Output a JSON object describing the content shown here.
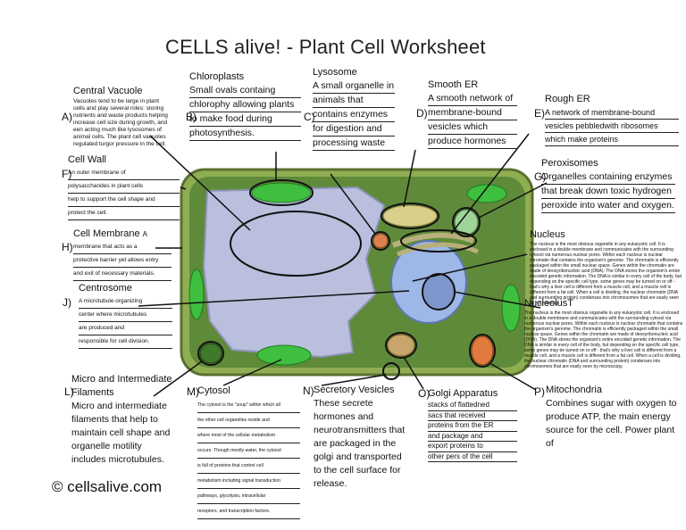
{
  "title": "CELLS alive! - Plant Cell Worksheet",
  "copyright": "© cellsalive.com",
  "labels": {
    "A": {
      "letter": "A)",
      "heading": "Central Vacuole",
      "text": "Vacuoles tend to be large in plant cells and play several roles: storing nutrients and waste products helping increase cell size during growth, and een acting much like lysosomes of animal cells. The plant cell vacuoles regulated turgor pressure in the cell."
    },
    "B": {
      "letter": "B)",
      "heading": "Chloroplasts",
      "line1": "Small ovals containg",
      "line2": "chlorophy allowing plants",
      "line3": "to make food during",
      "line4": "photosynthesis."
    },
    "C": {
      "letter": "C)",
      "heading": "Lysosome",
      "line1": "A small organelle in",
      "line2": "animals that",
      "line3": "contains enzymes",
      "line4": "for digestion and",
      "line5": "processing waste"
    },
    "D": {
      "letter": "D)",
      "heading": "Smooth ER",
      "line1": "A smooth network of",
      "line2": "membrane-bound",
      "line3": "vesicles which",
      "line4": "produce hormones"
    },
    "E": {
      "letter": "E)",
      "heading": "Rough ER",
      "line1": "A network of membrane-bound",
      "line2": "vesicles pebbledwith ribosomes",
      "line3": "which make proteins"
    },
    "F": {
      "letter": "F)",
      "heading": "Cell Wall",
      "line1": "An outer membrane of",
      "line2": "polysaccharides in plant cells",
      "line3": "help to support the cell shape and",
      "line4": "protect the cell."
    },
    "G": {
      "letter": "G)",
      "heading": "Peroxisomes",
      "line1": "Organelles containing enzymes",
      "line2": "that break down toxic hydrogen",
      "line3": "peroxide into water and oxygen."
    },
    "H": {
      "letter": "H)",
      "heading": "Cell Membrane",
      "heading_suffix": "A",
      "line1": "membrane that acts as a",
      "line2": "protective barrier yet allows entry",
      "line3": "and exit of necessary materials."
    },
    "I": {
      "heading": "Nucleus",
      "text": "The nucleus is the most obvious organelle in any eukaryotic cell. It is enclosed in a double membrane and communicates with the surrounding cytosol via numerous nuclear pores. Within each nucleus is nuclear chromatin that contains the organism's genome. The chromatin is efficiently packaged within the small nuclear space. Genes within the chromatin are made of deoxyribonucleic acid (DNA). The DNA stores the organism's entire encoded genetic information. The DNA is similar in every cell of the body, but depending on the specific cell type, some genes may be turned on or off - that's why a liver cell is different from a muscle cell, and a muscle cell is different from a fat cell. When a cell is dividing, the nuclear chromatin (DNA and surrounding protein) condenses into chromosomes that are easily seen by microscopy."
    },
    "J": {
      "letter": "J)",
      "heading": "Centrosome",
      "line1": "A microtubule organizing",
      "line2": "center where microtubules",
      "line3": "are produced and",
      "line4": "responsible for cell division."
    },
    "K": {
      "heading": "NucleolusT",
      "text": "The nucleus is the most obvious organelle in any eukaryotic cell. It is enclosed in a double membrane and communicates with the surrounding cytosol via numerous nuclear pores. Within each nucleus is nuclear chromatin that contains the organism's genome. The chromatin is efficiently packaged within the small nuclear space. Genes within the chromatin are made of deoxyribonucleic acid (DNA). The DNA stores the organism's entire encoded genetic information. The DNA is similar in every cell of the body, but depending on the specific cell type, some genes may be turned on or off - that's why a liver cell is different from a muscle cell, and a muscle cell is different from a fat cell. When a cell is dividing, the nuclear chromatin (DNA and surrounding protein) condenses into chromosomes that are easily seen by microscopy."
    },
    "L": {
      "letter": "L)",
      "heading": "Micro and Intermediate",
      "heading2": "Filaments",
      "line1": "Micro and intermediate",
      "line2": "filaments that help to",
      "line3": "maintain cell shape and",
      "line4": "organelle motility",
      "line5": "includes microtubules."
    },
    "M": {
      "letter": "M)",
      "heading": "Cytosol",
      "line1": "The cytosol is the \"soup\" within which all",
      "line2": "the other cell organelles reside and",
      "line3": "where most of the cellular metabolism",
      "line4": "occurs. Though mostly water, the cytosol",
      "line5": "is full of proteins that control cell",
      "line6": "metabolism including signal transduction",
      "line7": "pathways, glycolysis, intracellular",
      "line8": "receptors, and transcription factors."
    },
    "N": {
      "letter": "N)",
      "heading": "Secretory Vesicles",
      "line1": "These secrete",
      "line2": "hormones and",
      "line3": "neurotransmitters that",
      "line4": "are packaged in the",
      "line5": "golgi and transported",
      "line6": "to the cell surface for",
      "line7": "release."
    },
    "O": {
      "letter": "O)",
      "heading": "Golgi Apparatus",
      "line1": "stacks of flattedned",
      "line2": "sacs that received",
      "line3": "proteins from the ER",
      "line4": "and package and",
      "line5": "export proteins to",
      "line6": "other pers of the cell"
    },
    "P": {
      "letter": "P)",
      "heading": "Mitochondria",
      "line1": "Combines sugar with oxygen to",
      "line2": "produce ATP, the main energy",
      "line3": "source for the cell. Power plant",
      "line4": "of"
    }
  },
  "colors": {
    "cell_wall": "#8fae52",
    "cytoplasm": "#5f8a3a",
    "vacuole": "#b9bfdc",
    "nucleus": "#9db7e6",
    "chloroplast": "#3fbf3f"
  }
}
